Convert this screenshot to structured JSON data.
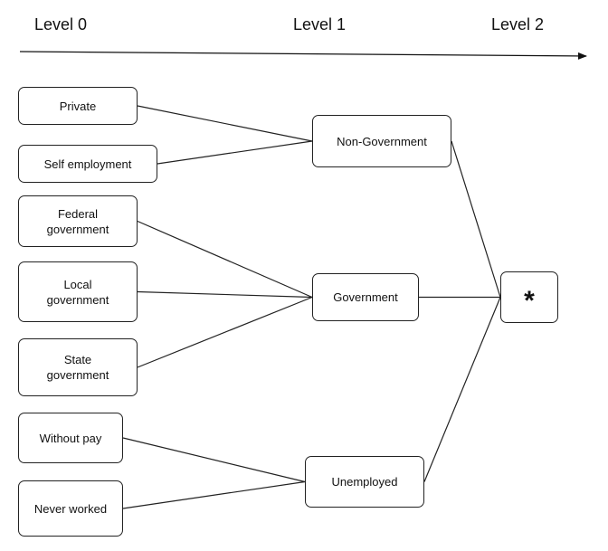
{
  "header": {
    "level_0": "Level 0",
    "level_1": "Level 1",
    "level_2": "Level 2"
  },
  "level_0_nodes": {
    "private": "Private",
    "self_employment": "Self employment",
    "federal_government": "Federal\ngovernment",
    "local_government": "Local\ngovernment",
    "state_government": "State\ngovernment",
    "without_pay": "Without pay",
    "never_worked": "Never worked"
  },
  "level_1_nodes": {
    "non_government": "Non-Government",
    "government": "Government",
    "unemployed": "Unemployed"
  },
  "level_2_nodes": {
    "root": "*"
  },
  "edges": [
    {
      "from": "private",
      "to": "non_government"
    },
    {
      "from": "self_employment",
      "to": "non_government"
    },
    {
      "from": "federal_government",
      "to": "government"
    },
    {
      "from": "local_government",
      "to": "government"
    },
    {
      "from": "state_government",
      "to": "government"
    },
    {
      "from": "without_pay",
      "to": "unemployed"
    },
    {
      "from": "never_worked",
      "to": "unemployed"
    },
    {
      "from": "non_government",
      "to": "root"
    },
    {
      "from": "government",
      "to": "root"
    },
    {
      "from": "unemployed",
      "to": "root"
    }
  ]
}
